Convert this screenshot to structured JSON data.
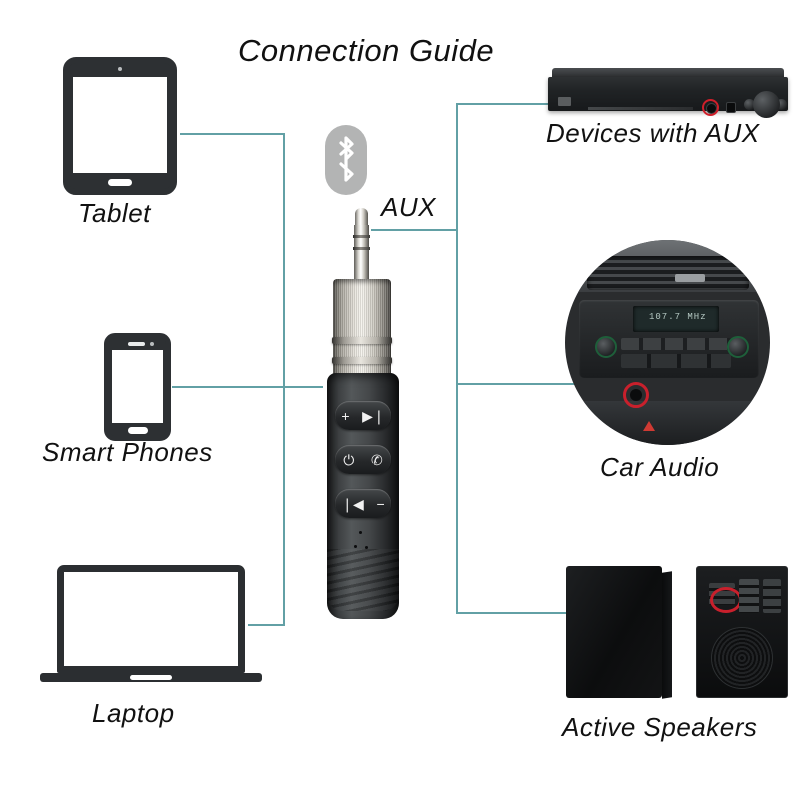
{
  "title": "Connection Guide",
  "colors": {
    "connector_line": "#62a0a5",
    "highlight_ring": "#c9202c",
    "device_outline": "#2d3033",
    "bluetooth_badge": "#b3b4b4",
    "background": "#ffffff"
  },
  "center": {
    "bluetooth_icon_label": "bluetooth-icon",
    "aux_label": "AUX",
    "receiver": {
      "buttons": [
        {
          "name": "volume-up-next",
          "glyphs": [
            "+",
            "▶❘"
          ]
        },
        {
          "name": "power-call",
          "glyphs": [
            "⏻",
            "✆"
          ]
        },
        {
          "name": "previous-volume-down",
          "glyphs": [
            "❘◀",
            "−"
          ]
        }
      ]
    }
  },
  "sources": [
    {
      "id": "tablet",
      "label": "Tablet"
    },
    {
      "id": "smart-phones",
      "label": "Smart Phones"
    },
    {
      "id": "laptop",
      "label": "Laptop"
    }
  ],
  "outputs": [
    {
      "id": "devices-with-aux",
      "label": "Devices with AUX"
    },
    {
      "id": "car-audio",
      "label": "Car Audio"
    },
    {
      "id": "active-speakers",
      "label": "Active Speakers"
    }
  ],
  "car_audio": {
    "display_text": "107.7 MHz"
  }
}
